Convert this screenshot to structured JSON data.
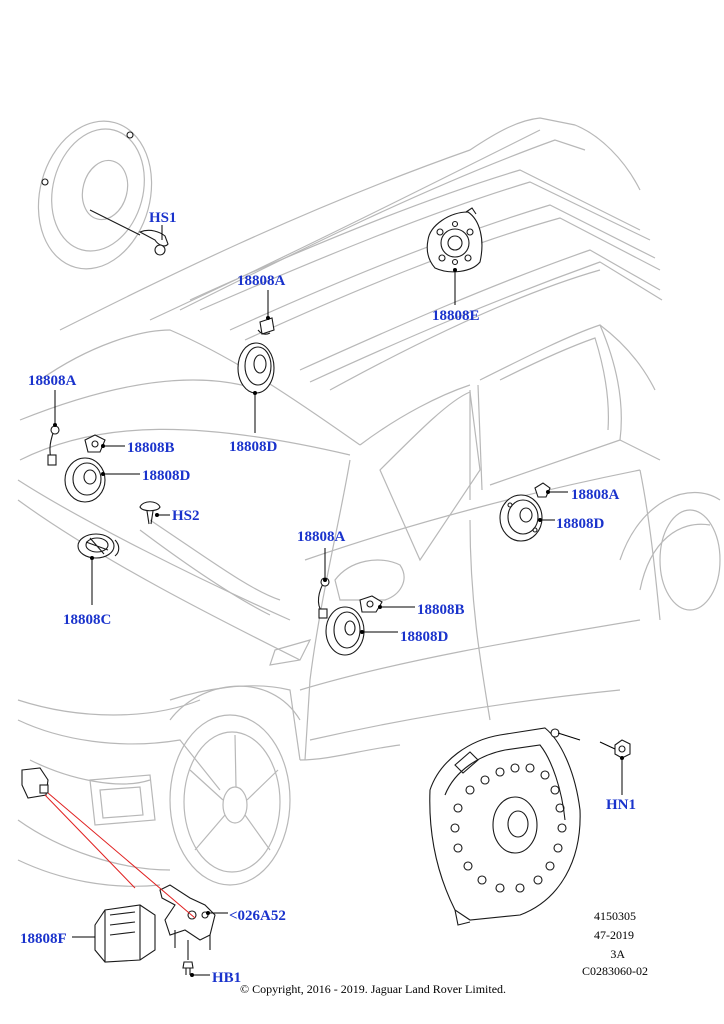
{
  "callouts": {
    "hs1": "HS1",
    "a_roof": "18808A",
    "e_roof": "18808E",
    "d_roof": "18808D",
    "a_left": "18808A",
    "b_left": "18808B",
    "d_left": "18808D",
    "hs2": "HS2",
    "c_dash": "18808C",
    "a_right": "18808A",
    "d_right": "18808D",
    "a_door": "18808A",
    "b_door": "18808B",
    "d_door": "18808D",
    "hn1": "HN1",
    "f_amp": "18808F",
    "ref_026": "<026A52",
    "hb1": "HB1"
  },
  "meta": {
    "code1": "4150305",
    "date": "47-2019",
    "rev": "3A",
    "ref": "C0283060-02"
  },
  "copyright": "© Copyright, 2016 - 2019. Jaguar Land Rover Limited."
}
